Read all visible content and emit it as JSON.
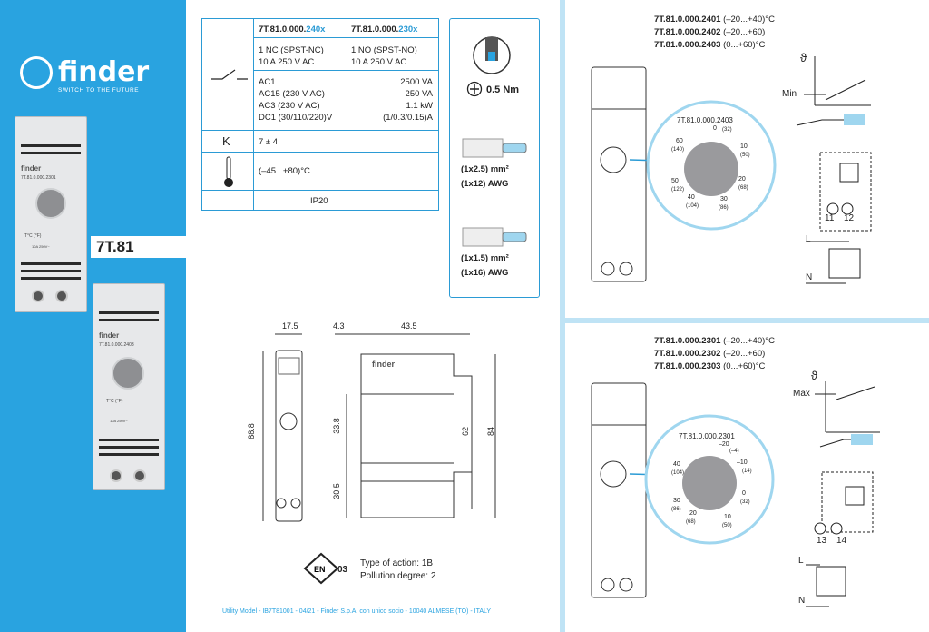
{
  "brand": {
    "name": "finder",
    "tagline": "SWITCH TO THE FUTURE",
    "model": "7T.81"
  },
  "devices": [
    {
      "id": "7T.81.0.000.2301",
      "label_text": "T°C (°F)",
      "rating": "10A 250V~"
    },
    {
      "id": "7T.81.0.000.2403",
      "label_text": "T°C (°F)",
      "rating": "10A 250V~"
    }
  ],
  "table": {
    "head": [
      "7T.81.0.000.",
      "240x",
      "7T.81.0.000.",
      "230x"
    ],
    "contact_left": [
      "1 NC (SPST-NC)",
      "10 A 250 V AC"
    ],
    "contact_right": [
      "1 NO (SPST-NO)",
      "10 A 250 V AC"
    ],
    "loads": [
      {
        "label": "AC1",
        "value": "2500 VA"
      },
      {
        "label": "AC15  (230 V AC)",
        "value": "250 VA"
      },
      {
        "label": "AC3   (230 V AC)",
        "value": "1.1 kW"
      },
      {
        "label": "DC1   (30/110/220)V",
        "value": "(1/0.3/0.15)A"
      }
    ],
    "k_label": "K",
    "k_value": "7 ± 4",
    "temp_value": "(–45...+80)°C",
    "ip": "IP20"
  },
  "wiring": {
    "torque": "0.5 Nm",
    "wire1": [
      "(1x2.5) mm²",
      "(1x12) AWG"
    ],
    "wire2": [
      "(1x1.5) mm²",
      "(1x16) AWG"
    ]
  },
  "dimensions": {
    "w1": "17.5",
    "w2": "4.3",
    "w3": "43.5",
    "h1": "88.8",
    "h2": "33.8",
    "h3": "30.5",
    "h4": "62",
    "h5": "84"
  },
  "cert": {
    "code": "03",
    "action": "Type of action: 1B",
    "pollution": "Pollution degree: 2"
  },
  "footer": "Utility Model - IB7T81001 - 04/21 - Finder S.p.A. con unico socio - 10040 ALMESE (TO) - ITALY",
  "top_right": {
    "codes": [
      {
        "code": "7T.81.0.000.2401",
        "range": "(–20...+40)°C"
      },
      {
        "code": "7T.81.0.000.2402",
        "range": "(–20...+60)"
      },
      {
        "code": "7T.81.0.000.2403",
        "range": "(0...+60)°C"
      }
    ],
    "dial_code": "7T.81.0.000.2403",
    "dial_ticks": [
      "60",
      "(140)",
      "50",
      "(122)",
      "40",
      "(104)",
      "0",
      "(32)",
      "10",
      "(50)",
      "20",
      "(68)",
      "30",
      "(86)"
    ],
    "graph_label": "Min",
    "theta": "ϑ",
    "terminals": [
      "11",
      "12"
    ],
    "L": "L",
    "N": "N"
  },
  "bottom_right": {
    "codes": [
      {
        "code": "7T.81.0.000.2301",
        "range": "(–20...+40)°C"
      },
      {
        "code": "7T.81.0.000.2302",
        "range": "(–20...+60)"
      },
      {
        "code": "7T.81.0.000.2303",
        "range": "(0...+60)°C"
      }
    ],
    "dial_code": "7T.81.0.000.2301",
    "dial_ticks": [
      "–20",
      "(–4)",
      "–10",
      "(14)",
      "0",
      "(32)",
      "10",
      "(50)",
      "20",
      "(68)",
      "30",
      "(86)",
      "40",
      "(104)"
    ],
    "graph_label": "Max",
    "theta": "ϑ",
    "terminals": [
      "13",
      "14"
    ],
    "L": "L",
    "N": "N"
  },
  "colors": {
    "brand_blue": "#29a3e0",
    "line_blue": "#2b9bd5",
    "divider": "#bfe3f5"
  }
}
